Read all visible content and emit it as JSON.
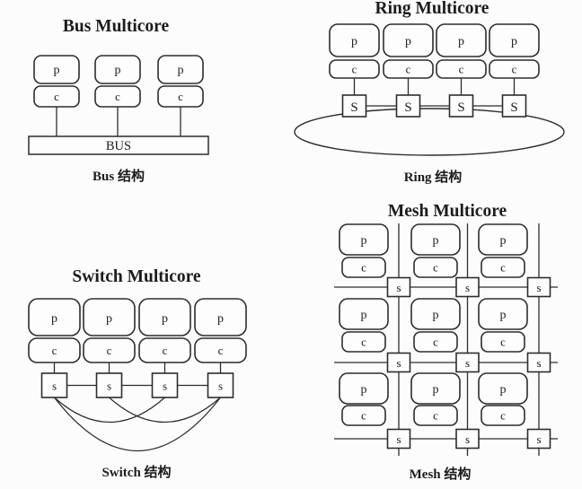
{
  "page": {
    "background": "#fcfcfc",
    "description": "Four multicore interconnect topology diagrams"
  },
  "diagrams": {
    "bus": {
      "title": "Bus Multicore",
      "caption": "Bus 结构",
      "bus_label": "BUS",
      "core_count": 3
    },
    "ring": {
      "title": "Ring Multicore",
      "caption": "Ring 结构",
      "core_count": 4
    },
    "switch": {
      "title": "Switch Multicore",
      "caption": "Switch 结构",
      "core_count": 4
    },
    "mesh": {
      "title": "Mesh Multicore",
      "caption": "Mesh 结构",
      "rows": 3,
      "cols": 3
    }
  },
  "node_labels": {
    "processor": "p",
    "cache": "c",
    "switch_upper": "S",
    "switch_lower": "s"
  },
  "colors": {
    "ink": "#2d2d2d",
    "paper": "#fcfcfc",
    "box_fill": "#fdfdfd",
    "text": "#1c1c1c"
  }
}
